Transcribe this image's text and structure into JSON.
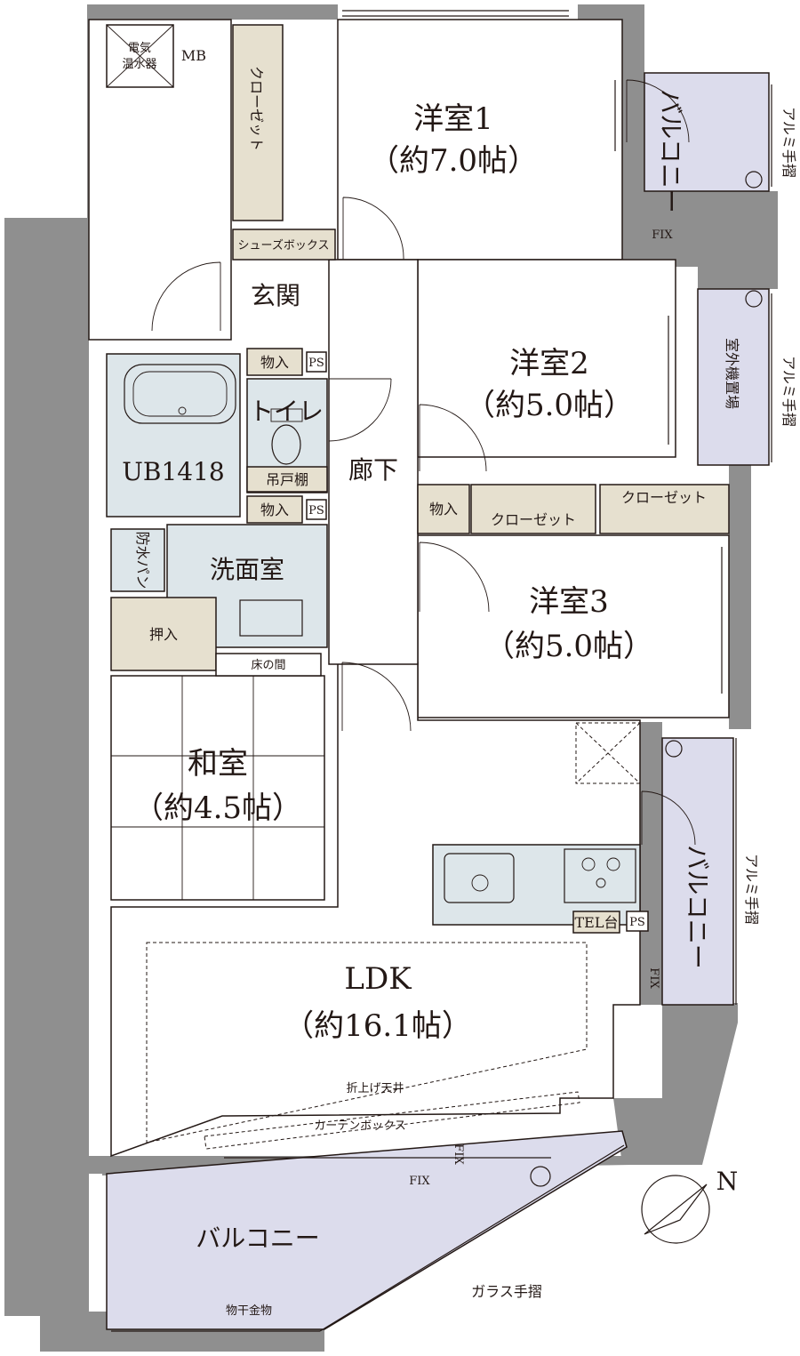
{
  "rooms": {
    "western1": {
      "name": "洋室1",
      "size": "（約7.0帖）"
    },
    "western2": {
      "name": "洋室2",
      "size": "（約5.0帖）"
    },
    "western3": {
      "name": "洋室3",
      "size": "（約5.0帖）"
    },
    "japanese": {
      "name": "和室",
      "size": "（約4.5帖）"
    },
    "ldk": {
      "name": "LDK",
      "size": "（約16.1帖）"
    },
    "entrance": "玄関",
    "toilet": "トイレ",
    "washroom": "洗面室",
    "hallway": "廊下",
    "bath": "UB1418"
  },
  "labels": {
    "water_heater_line1": "電気",
    "water_heater_line2": "温水器",
    "meter_box": "MB",
    "closet": "クローゼット",
    "shoe_box": "シューズボックス",
    "storage": "物入",
    "ps": "PS",
    "hanging_shelf": "吊戸棚",
    "waterproof_pan": "防水パン",
    "oshiire": "押入",
    "tokonoma": "床の間",
    "tel_stand": "TEL台",
    "fix": "FIX",
    "folded_ceiling": "折上げ天井",
    "curtain_box": "カーテンボックス",
    "balcony": "バルコニー",
    "outdoor_unit": "室外機置場",
    "aluminum_rail": "アルミ手摺",
    "glass_rail": "ガラス手摺",
    "laundry_hanger": "物干金物",
    "north": "N"
  },
  "colors": {
    "wall": "#8f8f8f",
    "wet_area": "#dde6ea",
    "balcony": "#dcdcec",
    "storage": "#e6e0cf"
  }
}
